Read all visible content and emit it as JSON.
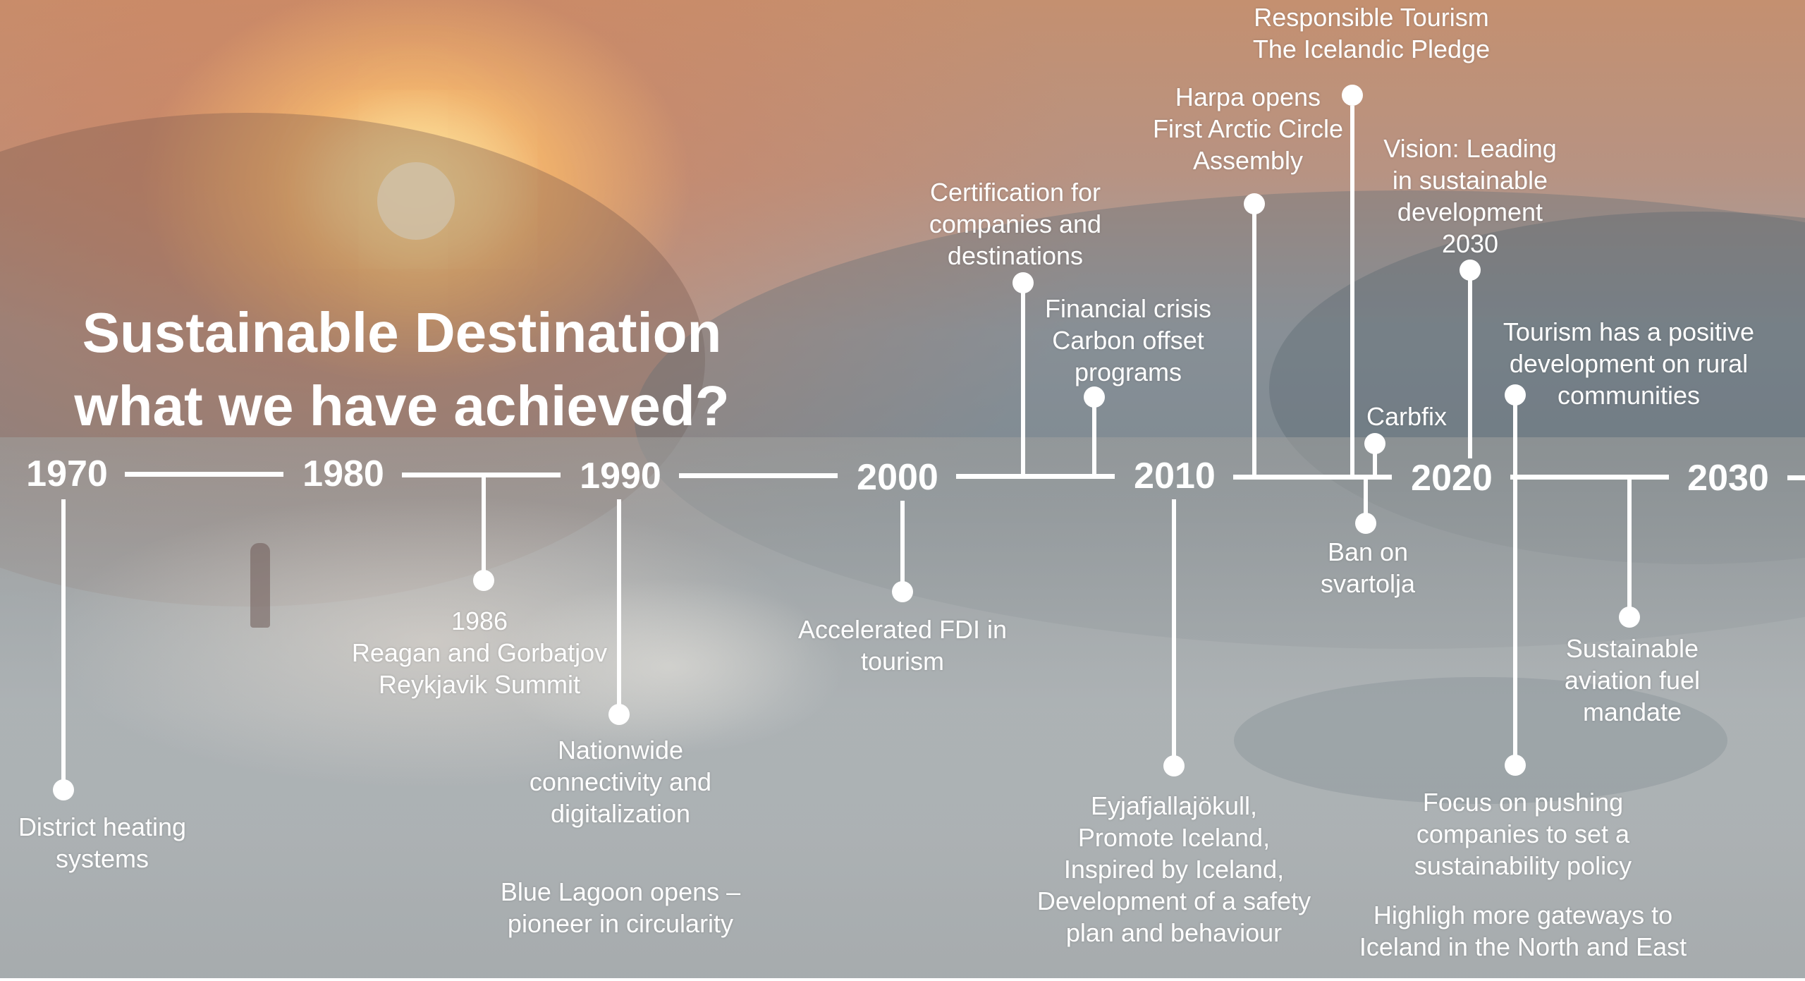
{
  "title": "Sustainable Destination\nwhat we have achieved?",
  "years": [
    "1970",
    "1980",
    "1990",
    "2000",
    "2010",
    "2020",
    "2030"
  ],
  "events": {
    "district_heating": "District heating\nsystems",
    "summit_1986": "1986\nReagan and Gorbatjov\nReykjavik Summit",
    "connectivity": "Nationwide\nconnectivity and\ndigitalization",
    "blue_lagoon": "Blue Lagoon opens –\npioneer in circularity",
    "fdi": "Accelerated FDI in\ntourism",
    "certification": "Certification for\ncompanies and\ndestinations",
    "financial_crisis": "Financial crisis\nCarbon offset\nprograms",
    "eyjafjallajokull": "Eyjafjallajökull,\nPromote Iceland,\nInspired by Iceland,\nDevelopment of a safety\nplan and behaviour",
    "harpa": "Harpa opens\nFirst Arctic Circle\nAssembly",
    "responsible_tourism": "Responsible Tourism\nThe Icelandic Pledge",
    "carbfix": "Carbfix",
    "ban_svartolja": "Ban on\nsvartolja",
    "vision_2030": "Vision: Leading\nin sustainable\ndevelopment\n2030",
    "rural": "Tourism has a positive\ndevelopment on rural\ncommunities",
    "focus_policy": "Focus on pushing\ncompanies to set a\nsustainability policy",
    "gateways": "Highligh more gateways to\nIceland in the North and East",
    "aviation_fuel": "Sustainable\naviation fuel\nmandate"
  },
  "colors": {
    "line": "#ffffff",
    "text": "#ffffff",
    "sun": "#fde6a8"
  }
}
